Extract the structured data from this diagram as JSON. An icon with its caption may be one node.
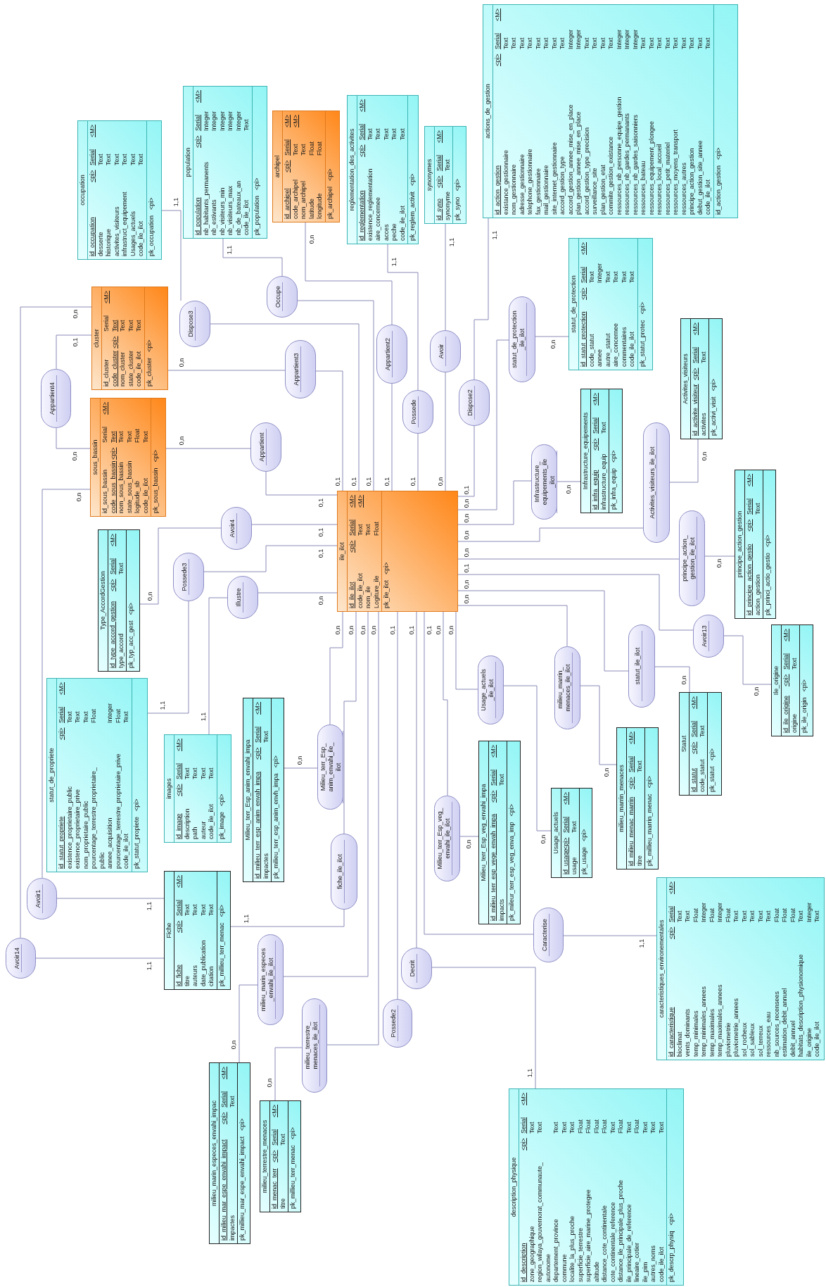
{
  "diagram": {
    "nodes": [
      {
        "text": [
          "occupation",
          "id_occupation",
          "<pi>",
          "Serial",
          "<M>",
          "desserte",
          "Text",
          "historique",
          "Text",
          "activites_visiteurs",
          "Text",
          "infrastruct_equipement",
          "Text",
          "Usages_actuels",
          "Text",
          "code_ile_ilot",
          "Text",
          "pk_occupation",
          "<pi>"
        ]
      },
      {
        "text": [
          "population",
          "id_population",
          "<pi>",
          "Serial",
          "<M>",
          "nb_habitants_permanents",
          "Integer",
          "nb_estivants",
          "Integer",
          "nb_visiteurs_min",
          "Integer",
          "nb_visiteurs_max",
          "Integer",
          "nb_de_bateaux_an",
          "Integer",
          "code_ile_ilot",
          "Text",
          "pk_population",
          "<pi>"
        ]
      },
      {
        "text": [
          "archipel",
          "id_archipel",
          "<pi>",
          "Serial",
          "<M>",
          "code_archipel",
          "Text",
          "<M>",
          "nom_archipel",
          "Text",
          "latitude",
          "Float",
          "longitude",
          "Float",
          "pk_archipel",
          "<pi>"
        ]
      },
      {
        "text": [
          "reglementation_des_activites",
          "id_reglementation",
          "<pi>",
          "Serial",
          "<M>",
          "existence_reglementation",
          "Text",
          "aire_concernee",
          "Text",
          "acces",
          "Text",
          "peche",
          "Text",
          "code_ile_ilot",
          "Text",
          "pk_reglem_activit",
          "<pi>"
        ]
      },
      {
        "text": [
          "synonymes",
          "id_syno",
          "<pi>",
          "Serial",
          "<M>",
          "synonyme",
          "Text",
          "pk_syno",
          "<pi>"
        ]
      },
      {
        "text": [
          "actions_de_gestion",
          "id_action_gestion",
          "<pi>",
          "Serial",
          "<M>",
          "existance_gestionnaire",
          "Text",
          "nom_gestionnaire",
          "Text",
          "adresse_gestionnaire",
          "Text",
          "telephone_gestionnaire",
          "Text",
          "fax_gestionnaire",
          "Text",
          "mail_gestionnaire",
          "Text",
          "site_internet_gestionnaire",
          "Text",
          "accord_gestion_type",
          "Text",
          "accord_gestion_annee_mise_en_place",
          "Integer",
          "plan_gestion_annee_mise_en_place",
          "Integer",
          "accord_gestion_type_precision",
          "Text",
          "surveillance_site",
          "Text",
          "plan_gestion_etat",
          "Text",
          "commite_gestion_existance",
          "Text",
          "ressources_nb_personne_equipe_gestion",
          "Integer",
          "ressources_nb_gardes_permanants",
          "Integer",
          "ressources_nb_gardes_saisonniers",
          "Integer",
          "ressources_bateau",
          "Text",
          "ressources_equipement_plongee",
          "Text",
          "ressources_local_accueil",
          "Text",
          "ressources_petit_materiel",
          "Text",
          "ressources_moyens_transport",
          "Text",
          "ressources_autres",
          "Text",
          "principe_action_gestion",
          "Text",
          "debut_gestion_site_annee",
          "Text",
          "code_ile_ilot",
          "Text",
          "id_action_gestion",
          "<pi>"
        ]
      },
      {
        "text": [
          "statut_de_protection",
          "id_statut_protection",
          "<pi>",
          "Serial",
          "<M>",
          "code_statut",
          "Text",
          "annee",
          "Integer",
          "autre_statut",
          "Text",
          "aire_concernee",
          "Text",
          "commentaires",
          "Text",
          "code_ile_ilot",
          "Text",
          "pk_statut_protec",
          "<pi>"
        ]
      },
      {
        "text": [
          "Infrastructure_equipements",
          "id_infra_equip",
          "<pi>",
          "Serial",
          "<M>",
          "infrastructure_equip",
          "Text",
          "pk_infra_equip",
          "<pi>"
        ]
      },
      {
        "text": [
          "Activites_visiteurs",
          "id_activite_visiteur",
          "<pi>",
          "Serial",
          "<M>",
          "activites",
          "Text",
          "pk_activi_visit",
          "<pi>"
        ]
      },
      {
        "text": [
          "principe_action_gestion",
          "id_principe_action_gestio",
          "<pi>",
          "Serial",
          "<M>",
          "action_gestion",
          "Text",
          "pk_princi_actio_gestio",
          "<pi>"
        ]
      },
      {
        "text": [
          "Ile_origine",
          "id_ile_origine",
          "<pi>",
          "Serial",
          "<M>",
          "origine",
          "Text",
          "pk_ile_origin",
          "<pi>"
        ]
      },
      {
        "text": [
          "Statut",
          "id_statut",
          "<pi>",
          "Serial",
          "<M>",
          "code_statut",
          "Text",
          "pk_statut",
          "<pi>"
        ]
      },
      {
        "text": [
          "milieu_marrin_menaces",
          "id_milieu_menac_marrin",
          "<pi>",
          "Serial",
          "<M>",
          "titre",
          "Text",
          "pk_millieu_marrin_menac",
          "<pi>"
        ]
      },
      {
        "text": [
          "Usage_actuels",
          "id_usage",
          "<pi>",
          "Serial",
          "<M>",
          "usage",
          "Text",
          "pk_usage",
          "<pi>"
        ]
      },
      {
        "text": [
          "Milieu_terr_Esp_veg_envahi_impa",
          "id_milieu_terr_esp_vege_envah_impa",
          "<pi>",
          "Serial",
          "<M>",
          "impacts",
          "Text",
          "pk_mileur_terr_esp_veg_enva_imp",
          "<pi>"
        ]
      },
      {
        "text": [
          "caracteristiques_environementales",
          "id_caracteristique",
          "<pi>",
          "Serial",
          "<M>",
          "bioclimat",
          "Text",
          "vents_dominants",
          "Text",
          "temp_minimales",
          "Float",
          "temp_minimales_annees",
          "Integer",
          "temp_maximales",
          "Float",
          "temp_maximales_annees",
          "Integer",
          "pluviometrie",
          "Float",
          "pluviometrie_annees",
          "Text",
          "sol_rocheux",
          "Text",
          "sol_sableux",
          "Text",
          "sol_terreux",
          "Text",
          "ressources_eau",
          "Text",
          "nb_sources_recensees",
          "Float",
          "estimation_debit_annuel",
          "Float",
          "debit_annuel",
          "Float",
          "habitats_description_physionomique",
          "Text",
          "ile_origine",
          "Integer",
          "code_ile_ilot",
          "Text"
        ]
      },
      {
        "text": [
          "description_physique",
          "id_description",
          "<pi>",
          "Serial",
          "<M>",
          "zone_geographique",
          "Text",
          "region_wilaya_gouvernorat_communaute_ autonome",
          "Text",
          "departement_province",
          "Text",
          "commune",
          "Text",
          "localite_la_plus_proche",
          "Text",
          "superficie_terrestre",
          "Float",
          "superficie_aire_marine_protegee",
          "Float",
          "altitude",
          "Float",
          "distance_cote_continentale",
          "Float",
          "cote_continentale_reference",
          "Text",
          "distance_ile_principale_plus_proche",
          "Float",
          "ile_principale_de_reference",
          "Text",
          "lineaire_cotier",
          "Float",
          "ile_pim",
          "Text",
          "autres_noms",
          "Text",
          "code_ile_ilot",
          "Text",
          "pk_descrp_physiq",
          "<pi>"
        ]
      },
      {
        "text": [
          "milieu_terrestre_menaces",
          "id_menac_terr",
          "<pi>",
          "Serial",
          "<M>",
          "titre",
          "Text",
          "pk_millieu_terr_menac",
          "<pi>"
        ]
      },
      {
        "text": [
          "milieu_marin_especes_envahi_impac",
          "id_milieu_mar_espe_envahi_impact",
          "<pi>",
          "Serial",
          "<M>",
          "impactes",
          "Text",
          "pk_millieu_mar_espe_envahi_impact",
          "<pi>"
        ]
      },
      {
        "text": [
          "Fiche",
          "id_fiche",
          "<pi>",
          "Serial",
          "<M>",
          "titre",
          "Text",
          "auteurs",
          "Text",
          "date_publication",
          "Text",
          "citation",
          "Text",
          "pk_millieu_terr_menac",
          "<pi>"
        ]
      },
      {
        "text": [
          "Milieu_terr_Esp_anim_envahi_impa",
          "id_milieu_terr_esp_anim_envah_impa",
          "<pi>",
          "Serial",
          "<M>",
          "impactes",
          "Text",
          "pk_milieu_terr_esp_anim_envh_impa",
          "<pi>"
        ]
      },
      {
        "text": [
          "images",
          "id_image",
          "<pi>",
          "Serial",
          "<M>",
          "description",
          "Text",
          "path",
          "Text",
          "auteur",
          "Text",
          "code_ile_ilot",
          "Text",
          "pk_image",
          "<pi>"
        ]
      },
      {
        "text": [
          "statut_de_propriete",
          "id_statut_propriete",
          "<pi>",
          "Serial",
          "<M>",
          "existence_proprietaire_public",
          "Text",
          "existence_proprietaire_prive",
          "Text",
          "nom_proprietaire_public",
          "Text",
          "pourcentage_terrestre_proprietaire_ public",
          "Float",
          "annee_acquisition",
          "Integer",
          "pourcentage_terrestre_proprietaire_prive",
          "Float",
          "code_ile_ilot",
          "Text",
          "pk_statut_propiete",
          "<pi>"
        ]
      },
      {
        "text": [
          "Type_AccordGestion",
          "id_type_accord_gestion",
          "<pi>",
          "Serial",
          "<M>",
          "type_accord",
          "Text",
          "pk_typ_acc_gest",
          "<pi>"
        ]
      },
      {
        "text": [
          "sous_bassin",
          "id_sous_bassin",
          "Serial",
          "<M>",
          "code_sous_bassin",
          "<pi>",
          "Text",
          "nom_sous_bassin",
          "Text",
          "state_sous_bassin",
          "Text",
          "logitude_sb",
          "Float",
          "code_ile_ilot",
          "Text",
          "pk_sous_bassin",
          "<pi>"
        ]
      },
      {
        "text": [
          "cluster",
          "id_cluster",
          "Serial",
          "<M>",
          "code_cluster",
          "<pi>",
          "Text",
          "nom_cluster",
          "Text",
          "state_cluster",
          "Text",
          "code_ile_ilot",
          "Text",
          "pk_cluster",
          "<pi>"
        ]
      },
      {
        "text": [
          "ile_ilot",
          "id_ile_ilot",
          "<pi>",
          "Serial",
          "<M>",
          "code_ile_ilot",
          "Text",
          "<M>",
          "nom_ile",
          "Text",
          "Logiture_ile",
          "Float",
          "pk_ile_ilot",
          "<pi>"
        ]
      },
      {
        "text": [
          "Dispose3"
        ]
      },
      {
        "text": [
          "Occupe"
        ]
      },
      {
        "text": [
          "Appartient3"
        ]
      },
      {
        "text": [
          "Appartient2"
        ]
      },
      {
        "text": [
          "Possede"
        ]
      },
      {
        "text": [
          "Avoir"
        ]
      },
      {
        "text": [
          "Dispose2"
        ]
      },
      {
        "text": [
          "statut_de_protection _ile_ilot"
        ]
      },
      {
        "text": [
          "Infrastructure_ equipements_ile _ilot"
        ]
      },
      {
        "text": [
          "Activites_visiteurs_ile_ilot"
        ]
      },
      {
        "text": [
          "principe_action_ gestion_ile_ilot"
        ]
      },
      {
        "text": [
          "Avoir13"
        ]
      },
      {
        "text": [
          "statut_ile_ilot"
        ]
      },
      {
        "text": [
          "milieu_marrin_ menaces_ile_ilot"
        ]
      },
      {
        "text": [
          "Usage_actuels _ile_ilot"
        ]
      },
      {
        "text": [
          "Milieu_terr_Esp_veg_ envahi_ile_ilot"
        ]
      },
      {
        "text": [
          "Caracterise"
        ]
      },
      {
        "text": [
          "Decrit"
        ]
      },
      {
        "text": [
          "Possede2"
        ]
      },
      {
        "text": [
          "milieu_terrestre_ menaces_ile_ilot"
        ]
      },
      {
        "text": [
          "milieu_marin_especes _envahi_ile_ilot"
        ]
      },
      {
        "text": [
          "fiche_ile_ilot"
        ]
      },
      {
        "text": [
          "Milieu_terr_Esp_ anim_envahi_ile_ ilot"
        ]
      },
      {
        "text": [
          "Illustre"
        ]
      },
      {
        "text": [
          "Possede3"
        ]
      },
      {
        "text": [
          "Avoir4"
        ]
      },
      {
        "text": [
          "Appartient"
        ]
      },
      {
        "text": [
          "Appartient4"
        ]
      },
      {
        "text": [
          "Avoir1"
        ]
      },
      {
        "text": [
          "Avoir14"
        ]
      }
    ],
    "edges": [
      {
        "from": 27,
        "to": 0,
        "arrow": "none",
        "label": "1,1"
      },
      {
        "from": 27,
        "to": 26,
        "arrow": "none",
        "label": "0,1"
      },
      {
        "from": 28,
        "to": 1,
        "arrow": "none",
        "label": "1,1"
      },
      {
        "from": 28,
        "to": 26,
        "arrow": "none",
        "label": "0,1"
      },
      {
        "from": 29,
        "to": 25,
        "arrow": "none",
        "label": "0,n"
      },
      {
        "from": 29,
        "to": 26,
        "arrow": "none",
        "label": "0,1"
      },
      {
        "from": 30,
        "to": 2,
        "arrow": "none",
        "label": "0,n"
      },
      {
        "from": 30,
        "to": 26,
        "arrow": "none",
        "label": "0,1"
      },
      {
        "from": 31,
        "to": 3,
        "arrow": "none",
        "label": "1,1"
      },
      {
        "from": 31,
        "to": 26,
        "arrow": "none",
        "label": "0,1"
      },
      {
        "from": 32,
        "to": 4,
        "arrow": "none",
        "label": "1,1"
      },
      {
        "from": 32,
        "to": 26,
        "arrow": "none",
        "label": "0,n"
      },
      {
        "from": 33,
        "to": 5,
        "arrow": "none",
        "label": "1,1"
      },
      {
        "from": 33,
        "to": 26,
        "arrow": "none",
        "label": "0,1"
      },
      {
        "from": 34,
        "to": 6,
        "arrow": "none",
        "label": "0,n"
      },
      {
        "from": 34,
        "to": 26,
        "arrow": "none",
        "label": "0,n"
      },
      {
        "from": 35,
        "to": 7,
        "arrow": "none",
        "label": "0,n"
      },
      {
        "from": 35,
        "to": 26,
        "arrow": "none",
        "label": "0,n"
      },
      {
        "from": 36,
        "to": 8,
        "arrow": "none",
        "label": "0,n"
      },
      {
        "from": 36,
        "to": 26,
        "arrow": "none",
        "label": "0,n"
      },
      {
        "from": 37,
        "to": 9,
        "arrow": "none",
        "label": "0,n"
      },
      {
        "from": 37,
        "to": 26,
        "arrow": "none",
        "label": "0,n"
      },
      {
        "from": 38,
        "to": 10,
        "arrow": "none",
        "label": "0,n"
      },
      {
        "from": 38,
        "to": 26,
        "arrow": "none",
        "label": "0,1"
      },
      {
        "from": 39,
        "to": 11,
        "arrow": "none",
        "label": "0,n"
      },
      {
        "from": 39,
        "to": 26,
        "arrow": "none",
        "label": "0,n"
      },
      {
        "from": 40,
        "to": 12,
        "arrow": "none",
        "label": "0,n"
      },
      {
        "from": 40,
        "to": 26,
        "arrow": "none",
        "label": "0,n"
      },
      {
        "from": 41,
        "to": 13,
        "arrow": "none",
        "label": "0,n"
      },
      {
        "from": 41,
        "to": 26,
        "arrow": "none",
        "label": "0,n"
      },
      {
        "from": 42,
        "to": 14,
        "arrow": "none",
        "label": "0,n"
      },
      {
        "from": 42,
        "to": 26,
        "arrow": "none",
        "label": "0,n"
      },
      {
        "from": 43,
        "to": 15,
        "arrow": "none",
        "label": "1,1"
      },
      {
        "from": 43,
        "to": 26,
        "arrow": "none",
        "label": "0,1"
      },
      {
        "from": 44,
        "to": 16,
        "arrow": "none",
        "label": "1,1"
      },
      {
        "from": 44,
        "to": 26,
        "arrow": "none",
        "label": "0,1"
      },
      {
        "from": 45,
        "to": 26,
        "arrow": "none",
        "label": "0,1"
      },
      {
        "from": 46,
        "to": 17,
        "arrow": "none",
        "label": "0,n"
      },
      {
        "from": 46,
        "to": 26,
        "arrow": "none",
        "label": "0,n"
      },
      {
        "from": 47,
        "to": 18,
        "arrow": "none",
        "label": "0,n"
      },
      {
        "from": 47,
        "to": 26,
        "arrow": "none",
        "label": "0,n"
      },
      {
        "from": 48,
        "to": 19,
        "arrow": "none",
        "label": "1,1"
      },
      {
        "from": 48,
        "to": 26,
        "arrow": "none",
        "label": "0,n"
      },
      {
        "from": 49,
        "to": 20,
        "arrow": "none",
        "label": "0,n"
      },
      {
        "from": 49,
        "to": 26,
        "arrow": "none",
        "label": "0,n"
      },
      {
        "from": 50,
        "to": 21,
        "arrow": "none",
        "label": "1,1"
      },
      {
        "from": 50,
        "to": 26,
        "arrow": "none",
        "label": "0,n"
      },
      {
        "from": 51,
        "to": 22,
        "arrow": "none",
        "label": "1,1"
      },
      {
        "from": 51,
        "to": 26,
        "arrow": "none",
        "label": "0,1"
      },
      {
        "from": 52,
        "to": 23,
        "arrow": "none",
        "label": "0,n"
      },
      {
        "from": 52,
        "to": 26,
        "arrow": "none",
        "label": "0,1"
      },
      {
        "from": 53,
        "to": 24,
        "arrow": "none",
        "label": "0,n"
      },
      {
        "from": 53,
        "to": 26,
        "arrow": "none",
        "label": "0,1"
      },
      {
        "from": 54,
        "to": 25,
        "arrow": "none",
        "label": "0,1"
      },
      {
        "from": 54,
        "to": 24,
        "arrow": "none",
        "label": "0,n"
      },
      {
        "from": 55,
        "to": 24,
        "arrow": "none",
        "label": "0,n"
      },
      {
        "from": 55,
        "to": 19,
        "arrow": "none",
        "label": "1,1"
      },
      {
        "from": 56,
        "to": 25,
        "arrow": "none",
        "label": "0,n"
      },
      {
        "from": 56,
        "to": 19,
        "arrow": "none",
        "label": "1,1"
      }
    ]
  }
}
